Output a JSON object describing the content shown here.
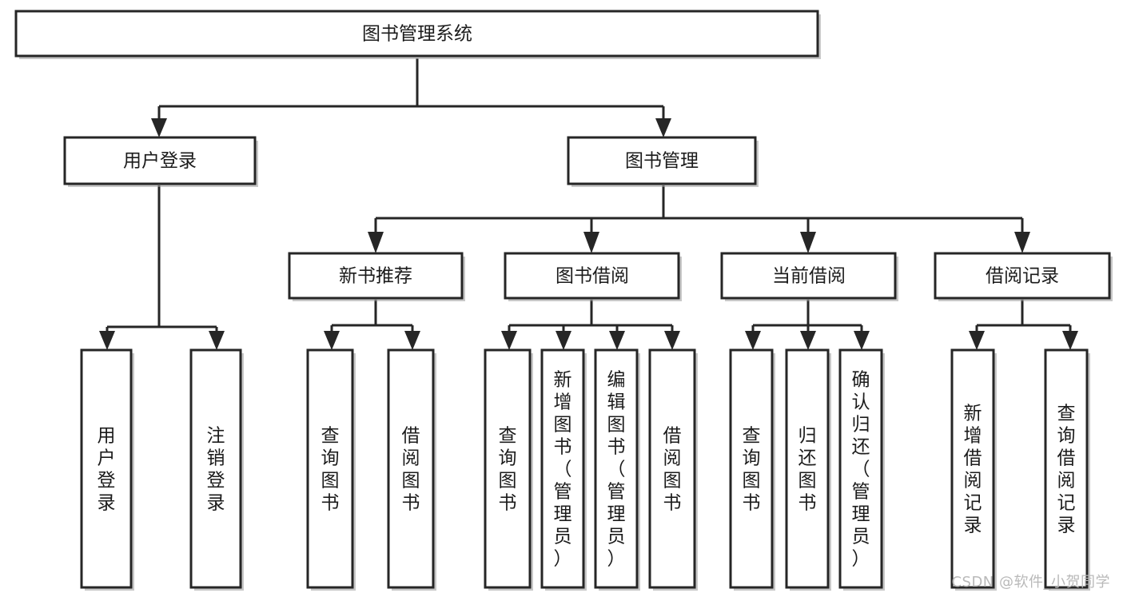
{
  "diagram": {
    "type": "tree-hierarchy-diagram",
    "title": "图书管理系统",
    "watermark": "CSDN @软件_小贺同学",
    "colors": {
      "box_stroke": "#262626",
      "box_fill": "#ffffff",
      "text": "#1b1b1b",
      "shadow": "#9a9a9a",
      "watermark": "#b9b9b9",
      "background": "#ffffff"
    },
    "levels": [
      {
        "level": 1,
        "nodes": [
          {
            "id": "root",
            "label": "图书管理系统",
            "orientation": "horizontal"
          }
        ]
      },
      {
        "level": 2,
        "nodes": [
          {
            "id": "user-login",
            "label": "用户登录",
            "orientation": "horizontal",
            "parent": "root"
          },
          {
            "id": "book-management",
            "label": "图书管理",
            "orientation": "horizontal",
            "parent": "root"
          }
        ]
      },
      {
        "level": 3,
        "nodes": [
          {
            "id": "new-book-recommend",
            "label": "新书推荐",
            "orientation": "horizontal",
            "parent": "book-management"
          },
          {
            "id": "book-borrow",
            "label": "图书借阅",
            "orientation": "horizontal",
            "parent": "book-management"
          },
          {
            "id": "current-borrow",
            "label": "当前借阅",
            "orientation": "horizontal",
            "parent": "book-management"
          },
          {
            "id": "borrow-record",
            "label": "借阅记录",
            "orientation": "horizontal",
            "parent": "book-management"
          }
        ]
      },
      {
        "level": 4,
        "nodes": [
          {
            "id": "leaf-user-login",
            "label": "用户登录",
            "orientation": "vertical",
            "parent": "user-login"
          },
          {
            "id": "leaf-user-logout",
            "label": "注销登录",
            "orientation": "vertical",
            "parent": "user-login"
          },
          {
            "id": "leaf-query-book-1",
            "label": "查询图书",
            "orientation": "vertical",
            "parent": "new-book-recommend"
          },
          {
            "id": "leaf-borrow-book-1",
            "label": "借阅图书",
            "orientation": "vertical",
            "parent": "new-book-recommend"
          },
          {
            "id": "leaf-query-book-2",
            "label": "查询图书",
            "orientation": "vertical",
            "parent": "book-borrow"
          },
          {
            "id": "leaf-add-book",
            "label": "新增图书（管理员）",
            "orientation": "vertical",
            "parent": "book-borrow"
          },
          {
            "id": "leaf-edit-book",
            "label": "编辑图书（管理员）",
            "orientation": "vertical",
            "parent": "book-borrow"
          },
          {
            "id": "leaf-borrow-book-2",
            "label": "借阅图书",
            "orientation": "vertical",
            "parent": "book-borrow"
          },
          {
            "id": "leaf-query-book-3",
            "label": "查询图书",
            "orientation": "vertical",
            "parent": "current-borrow"
          },
          {
            "id": "leaf-return-book",
            "label": "归还图书",
            "orientation": "vertical",
            "parent": "current-borrow"
          },
          {
            "id": "leaf-confirm-return",
            "label": "确认归还（管理员）",
            "orientation": "vertical",
            "parent": "current-borrow"
          },
          {
            "id": "leaf-add-record",
            "label": "新增借阅记录",
            "orientation": "vertical",
            "parent": "borrow-record"
          },
          {
            "id": "leaf-query-record",
            "label": "查询借阅记录",
            "orientation": "vertical",
            "parent": "borrow-record"
          }
        ]
      }
    ]
  }
}
